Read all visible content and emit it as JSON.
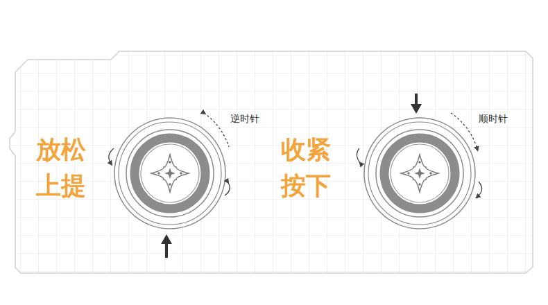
{
  "diagram": {
    "labels": [
      "放松",
      "上提",
      "逆时针",
      "收紧",
      "按下",
      "顺时针"
    ]
  }
}
